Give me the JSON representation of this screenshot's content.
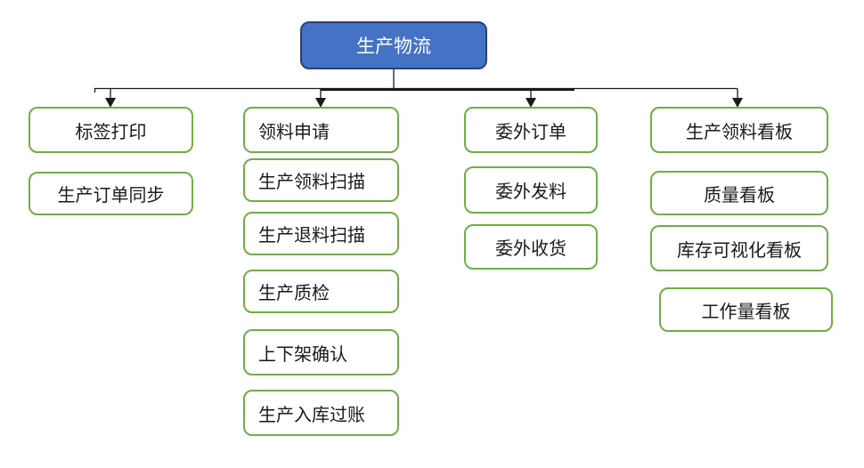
{
  "root": {
    "label": "生产物流"
  },
  "columns": [
    {
      "items": [
        {
          "label": "标签打印"
        },
        {
          "label": "生产订单同步"
        }
      ]
    },
    {
      "items": [
        {
          "label": "领料申请"
        },
        {
          "label": "生产领料扫描"
        },
        {
          "label": "生产退料扫描"
        },
        {
          "label": "生产质检"
        },
        {
          "label": "上下架确认"
        },
        {
          "label": "生产入库过账"
        }
      ]
    },
    {
      "items": [
        {
          "label": "委外订单"
        },
        {
          "label": "委外发料"
        },
        {
          "label": "委外收货"
        }
      ]
    },
    {
      "items": [
        {
          "label": "生产领料看板"
        },
        {
          "label": "质量看板"
        },
        {
          "label": "库存可视化看板"
        },
        {
          "label": "工作量看板"
        }
      ]
    }
  ],
  "colors": {
    "canvas_bg": "#ffffff",
    "root_fill": "#4472C4",
    "root_border": "#2A4076",
    "root_text": "#ffffff",
    "node_fill": "#ffffff",
    "node_border": "#70AD47",
    "node_text": "#1a1a1a",
    "connector": "#1a1a1a"
  }
}
